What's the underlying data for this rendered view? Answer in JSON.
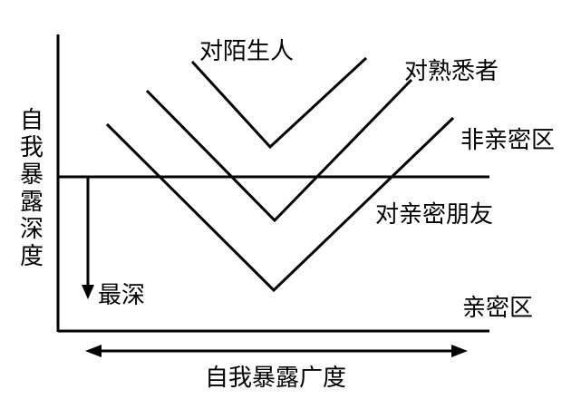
{
  "labels": {
    "y_axis": "自我暴露深度",
    "x_axis": "自我暴露广度",
    "curve_stranger": "对陌生人",
    "curve_acquaintance": "对熟悉者",
    "curve_intimate_friend": "对亲密朋友",
    "zone_non_intimate": "非亲密区",
    "zone_intimate": "亲密区",
    "deepest": "最深"
  },
  "colors": {
    "ink": "#000000",
    "background": "#ffffff"
  }
}
